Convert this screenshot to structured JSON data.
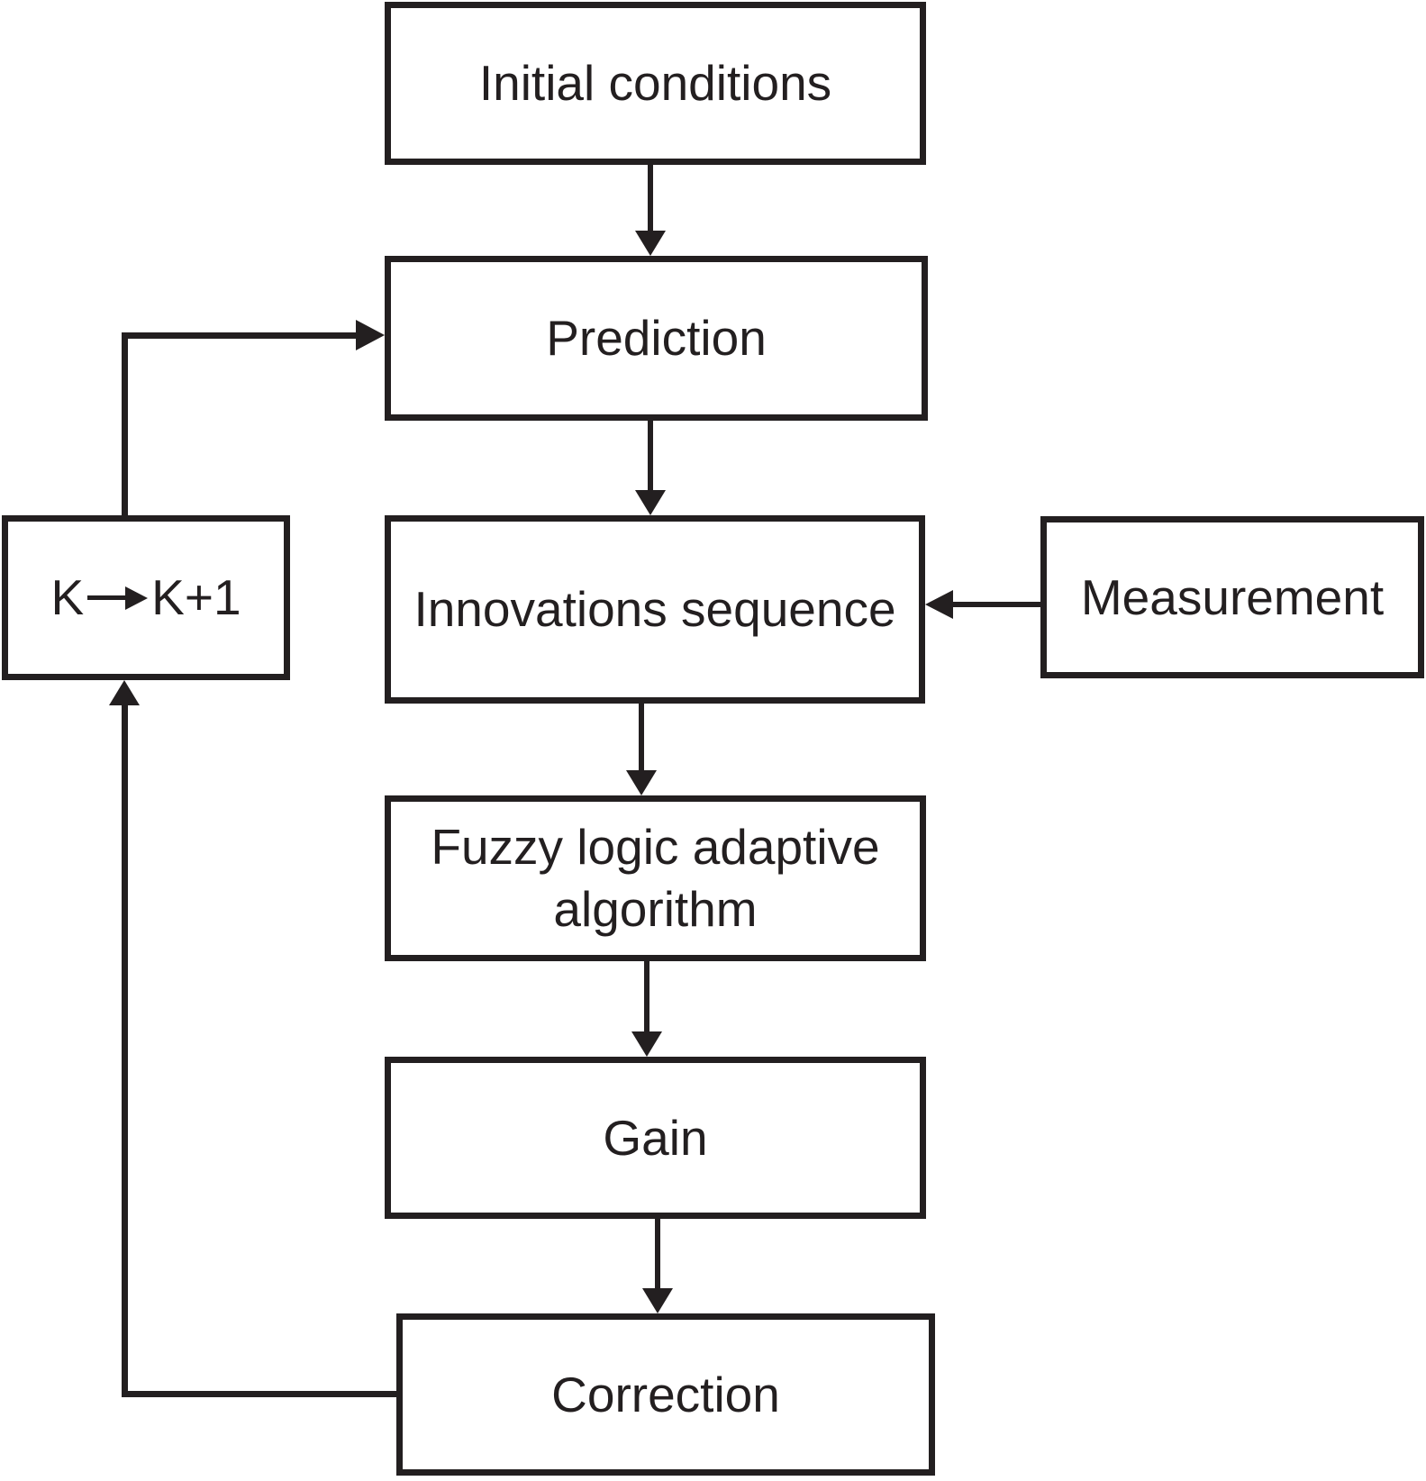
{
  "colors": {
    "ink": "#231f20",
    "bg": "#ffffff"
  },
  "nodes": {
    "initial": {
      "label": "Initial conditions"
    },
    "prediction": {
      "label": "Prediction"
    },
    "innovations": {
      "label": "Innovations sequence"
    },
    "measurement": {
      "label": "Measurement"
    },
    "fuzzy": {
      "label": "Fuzzy logic adaptive algorithm"
    },
    "gain": {
      "label": "Gain"
    },
    "correction": {
      "label": "Correction"
    },
    "iteration": {
      "label_left": "K",
      "label_right": "K+1"
    }
  },
  "edges": [
    {
      "from": "initial",
      "to": "prediction"
    },
    {
      "from": "prediction",
      "to": "innovations"
    },
    {
      "from": "measurement",
      "to": "innovations"
    },
    {
      "from": "innovations",
      "to": "fuzzy"
    },
    {
      "from": "fuzzy",
      "to": "gain"
    },
    {
      "from": "gain",
      "to": "correction"
    },
    {
      "from": "correction",
      "to": "iteration"
    },
    {
      "from": "iteration",
      "to": "prediction"
    }
  ]
}
